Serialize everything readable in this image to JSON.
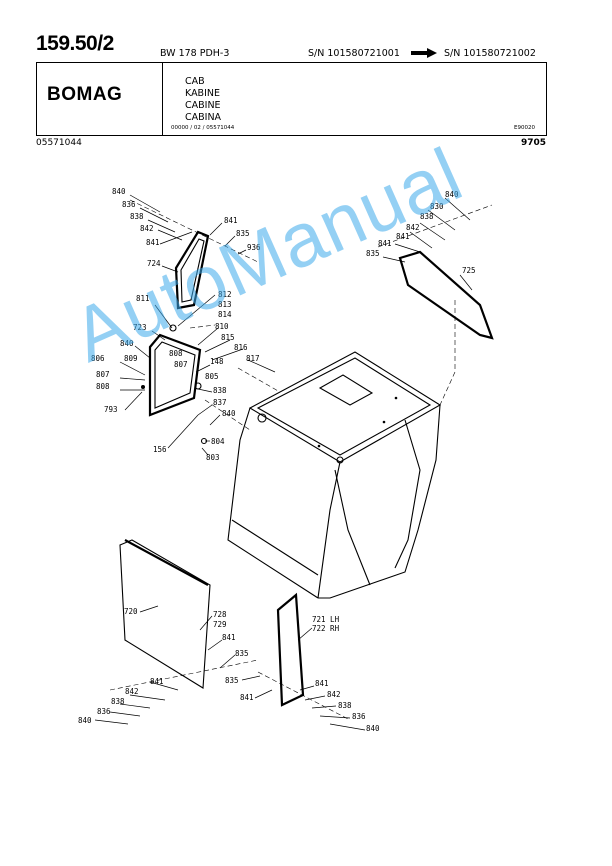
{
  "header": {
    "page_number": "159.50/2",
    "model": "BW 178 PDH-3",
    "sn_from": "S/N 101580721001",
    "sn_to": "S/N 101580721002",
    "brand_logo": "BOMAG",
    "titles": [
      "CAB",
      "KABINE",
      "CABINE",
      "CABINA"
    ],
    "doc_ref": "00000 / 02 / 05571044",
    "doc_id": "E90020",
    "part_number": "05571044",
    "date_code": "9705"
  },
  "watermark": "AutoManual",
  "callouts": {
    "c840a": "840",
    "c836a": "836",
    "c838a": "838",
    "c842a": "842",
    "c841a": "841",
    "c841b": "841",
    "c835a": "835",
    "c936": "936",
    "c724": "724",
    "c840b": "840",
    "c830": "830",
    "c838b": "838",
    "c842b": "842",
    "c841c": "841",
    "c841d": "841",
    "c835b": "835",
    "c725": "725",
    "c811": "811",
    "c812": "812",
    "c813": "813",
    "c814": "814",
    "c723": "723",
    "c810": "810",
    "c815": "815",
    "c816": "816",
    "c817": "817",
    "c148": "148",
    "c840c": "840",
    "c808a": "808",
    "c806": "806",
    "c809": "809",
    "c807a": "807",
    "c807b": "807",
    "c808b": "808",
    "c805": "805",
    "c838c": "838",
    "c793": "793",
    "c837": "837",
    "c840d": "840",
    "c156": "156",
    "c804": "804",
    "c803": "803",
    "c720": "720",
    "c728": "728",
    "c729": "729",
    "c841e": "841",
    "c835c": "835",
    "c841f": "841",
    "c842c": "842",
    "c838d": "838",
    "c836b": "836",
    "c840e": "840",
    "c721": "721 LH",
    "c722": "722 RH",
    "c835d": "835",
    "c841g": "841",
    "c841h": "841",
    "c842d": "842",
    "c838e": "838",
    "c836c": "836",
    "c840f": "840"
  }
}
